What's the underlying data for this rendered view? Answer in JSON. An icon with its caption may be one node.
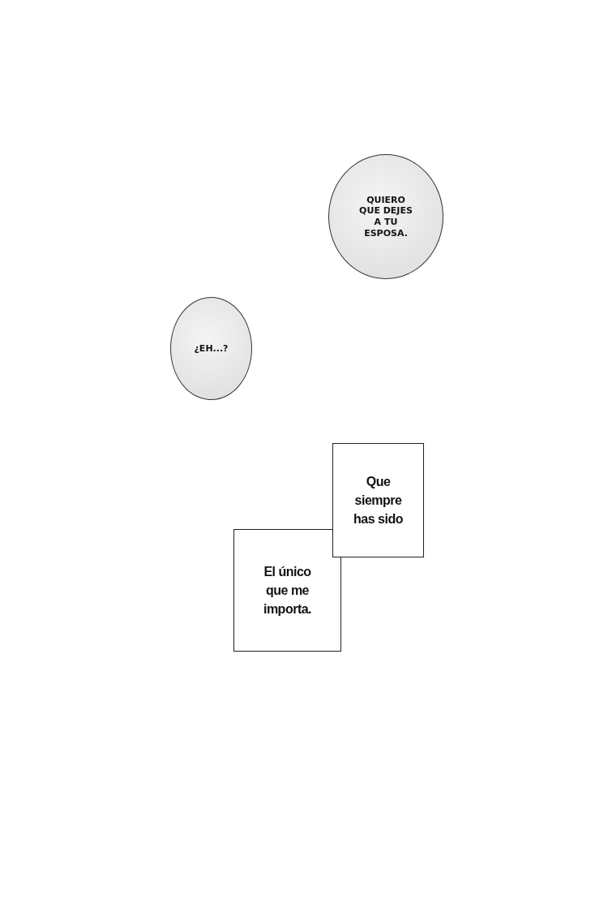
{
  "diagram": {
    "nodes": [
      {
        "text": [
          "QUIERO QUE DEJES A TU ESPOSA."
        ]
      },
      {
        "text": [
          "¿EH...?"
        ]
      },
      {
        "text": [
          "Que siempre has sido"
        ]
      },
      {
        "text": [
          "El único que me importa."
        ]
      }
    ]
  }
}
